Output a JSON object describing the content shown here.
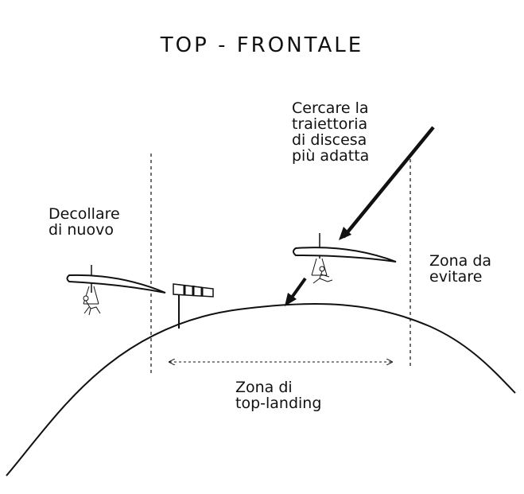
{
  "title": "TOP  -  FRONTALE",
  "labels": {
    "decollare": "Decollare\ndi nuovo",
    "cercare": "Cercare la\ntraiettoria\ndi discesa\npiù adatta",
    "zona_evitare": "Zona da\nevitare",
    "zona_landing": "Zona di\ntop-landing"
  }
}
